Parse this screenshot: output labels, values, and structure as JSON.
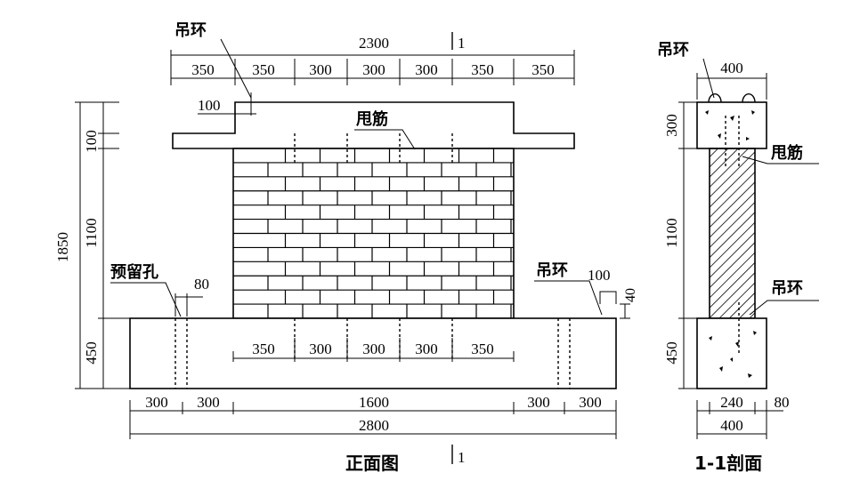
{
  "front_view": {
    "title": "正面图",
    "section_mark": "1",
    "overall_top_width": "2300",
    "top_segments": [
      "350",
      "350",
      "300",
      "300",
      "300",
      "350",
      "350"
    ],
    "inner_segments": [
      "350",
      "300",
      "300",
      "300",
      "350"
    ],
    "bottom_segments": [
      "300",
      "300",
      "1600",
      "300",
      "300"
    ],
    "overall_bottom_width": "2800",
    "total_height": "1850",
    "height_top_beam": "100",
    "height_wall": "1100",
    "height_base": "450",
    "step_width": "100",
    "hole_spacing": "80",
    "lift_ring_width": "100",
    "lift_ring_height": "40",
    "label_lift_ring": "吊环",
    "label_tie_bar": "甩筋",
    "label_reserved_hole": "预留孔"
  },
  "section_view": {
    "title": "1-1剖面",
    "top_width": "400",
    "height_top": "300",
    "height_wall": "1100",
    "height_base": "450",
    "wall_thickness": "240",
    "offset": "80",
    "bottom_width": "400",
    "label_lift_ring_top": "吊环",
    "label_tie_bar": "甩筋",
    "label_lift_ring_bottom": "吊环"
  }
}
